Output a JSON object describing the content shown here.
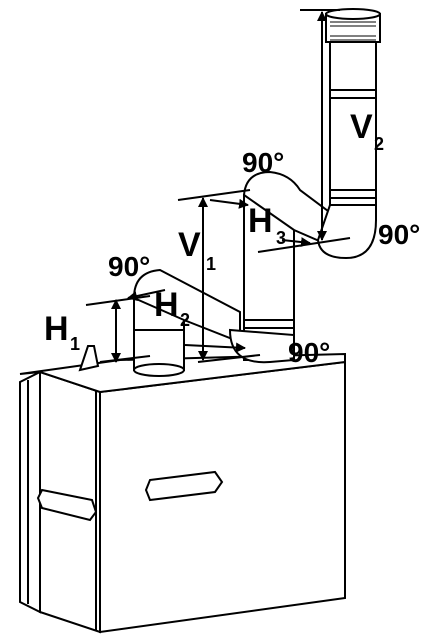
{
  "labels": {
    "h1": {
      "main": "H",
      "sub": "1"
    },
    "h2": {
      "main": "H",
      "sub": "2"
    },
    "h3": {
      "main": "H",
      "sub": "3"
    },
    "v1": {
      "main": "V",
      "sub": "1"
    },
    "v2": {
      "main": "V",
      "sub": "2"
    },
    "elbow_a": "90°",
    "elbow_b": "90°",
    "elbow_c": "90°",
    "elbow_d": "90°"
  },
  "colors": {
    "stroke": "#000000",
    "fill": "#ffffff"
  }
}
